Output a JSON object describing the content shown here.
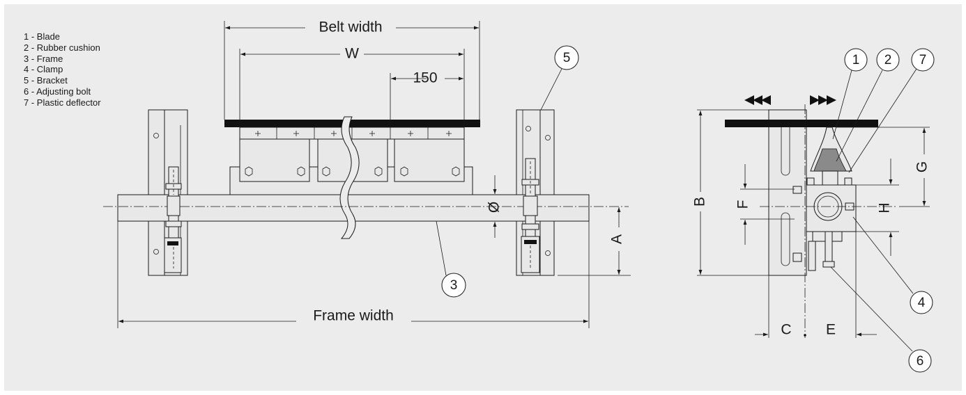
{
  "legend": [
    "1 - Blade",
    "2 - Rubber cushion",
    "3 - Frame",
    "4 - Clamp",
    "5 - Bracket",
    "6 - Adjusting bolt",
    "7 - Plastic deflector"
  ],
  "front_view": {
    "belt_width_label": "Belt width",
    "w_label": "W",
    "spacing_label": "150",
    "diameter_label": "Ø",
    "a_label": "A",
    "frame_width_label": "Frame width",
    "callouts": [
      "5",
      "3"
    ]
  },
  "side_view": {
    "b_label": "B",
    "f_label": "F",
    "g_label": "G",
    "h_label": "H",
    "c_label": "C",
    "e_label": "E",
    "callouts": [
      "1",
      "2",
      "7",
      "4",
      "6"
    ]
  }
}
